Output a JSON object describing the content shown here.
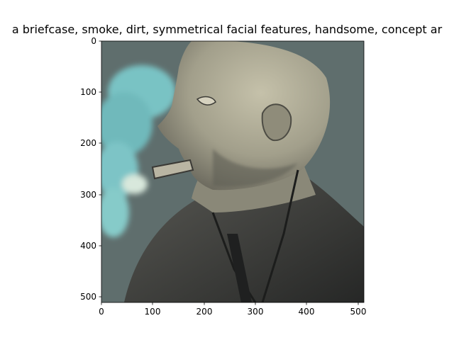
{
  "title": "a briefcase,  smoke, dirt, symmetrical facial features, handsome, concept ar",
  "image": {
    "subject": "painted portrait of a bald man in a dark suit smoking a cigar, blue-green smoke",
    "palette": {
      "background": "#5f6e6d",
      "skin": "#a9a692",
      "suit": "#2f3030",
      "smoke": "#78c0c2"
    }
  },
  "x_axis": {
    "ticks": [
      "0",
      "100",
      "200",
      "300",
      "400",
      "500"
    ],
    "range": [
      0,
      512
    ]
  },
  "y_axis": {
    "ticks": [
      "0",
      "100",
      "200",
      "300",
      "400",
      "500"
    ],
    "range": [
      0,
      512
    ]
  }
}
